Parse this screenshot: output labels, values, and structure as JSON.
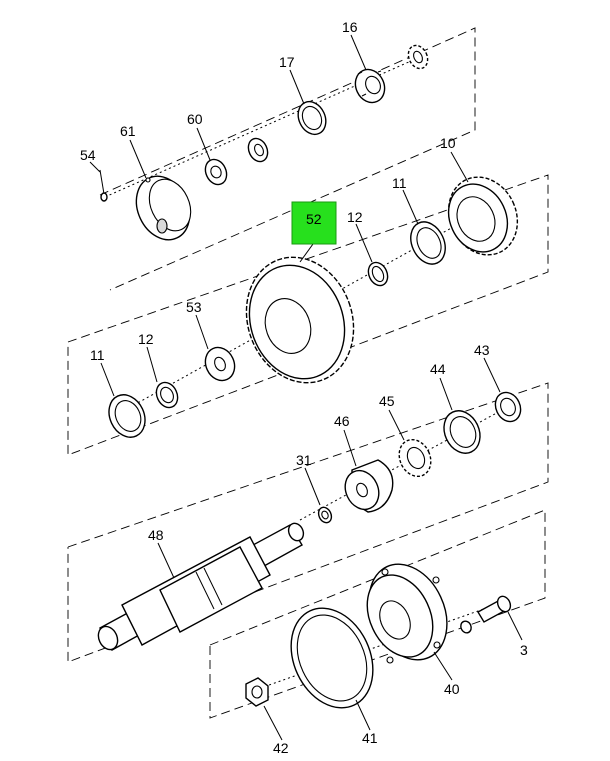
{
  "diagram": {
    "highlighted_part": "52",
    "highlight_color": "#27e01d",
    "labels": {
      "p16": "16",
      "p17": "17",
      "p60": "60",
      "p61": "61",
      "p54": "54",
      "p10": "10",
      "p11a": "11",
      "p12a": "12",
      "p52": "52",
      "p53": "53",
      "p12b": "12",
      "p11b": "11",
      "p43": "43",
      "p44": "44",
      "p45": "45",
      "p46": "46",
      "p31": "31",
      "p48": "48",
      "p3": "3",
      "p40": "40",
      "p41": "41",
      "p42": "42"
    }
  }
}
